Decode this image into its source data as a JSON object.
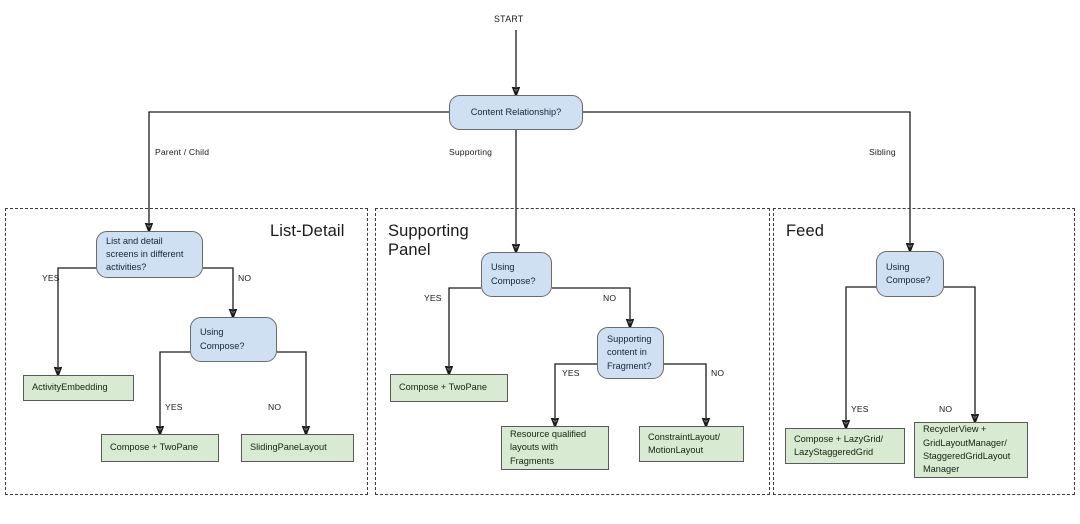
{
  "diagram": {
    "start_label": "START",
    "root": {
      "id": "content-relationship",
      "text": "Content Relationship?",
      "type": "decision"
    },
    "root_branches": [
      {
        "label": "Parent / Child",
        "target": "list-detail"
      },
      {
        "label": "Supporting",
        "target": "supporting-panel"
      },
      {
        "label": "Sibling",
        "target": "feed"
      }
    ],
    "groups": [
      {
        "id": "list-detail",
        "title": "List-Detail",
        "decisions": [
          {
            "id": "ld-different-activities",
            "text": "List and detail\nscreens in different\nactivities?"
          },
          {
            "id": "ld-using-compose",
            "text": "Using\nCompose?"
          }
        ],
        "terminals": [
          {
            "id": "ld-activity-embedding",
            "text": "ActivityEmbedding"
          },
          {
            "id": "ld-compose-twopane",
            "text": "Compose + TwoPane"
          },
          {
            "id": "ld-slidingpanelayout",
            "text": "SlidingPaneLayout"
          }
        ],
        "edge_labels": [
          {
            "id": "ld-yes-1",
            "text": "YES"
          },
          {
            "id": "ld-no-1",
            "text": "NO"
          },
          {
            "id": "ld-yes-2",
            "text": "YES"
          },
          {
            "id": "ld-no-2",
            "text": "NO"
          }
        ]
      },
      {
        "id": "supporting-panel",
        "title": "Supporting\nPanel",
        "decisions": [
          {
            "id": "sp-using-compose",
            "text": "Using\nCompose?"
          },
          {
            "id": "sp-content-in-fragment",
            "text": "Supporting\ncontent in\nFragment?"
          }
        ],
        "terminals": [
          {
            "id": "sp-compose-twopane",
            "text": "Compose + TwoPane"
          },
          {
            "id": "sp-resource-qualified",
            "text": "Resource qualified\nlayouts with\nFragments"
          },
          {
            "id": "sp-constraintlayout",
            "text": "ConstraintLayout/\nMotionLayout"
          }
        ],
        "edge_labels": [
          {
            "id": "sp-yes-1",
            "text": "YES"
          },
          {
            "id": "sp-no-1",
            "text": "NO"
          },
          {
            "id": "sp-yes-2",
            "text": "YES"
          },
          {
            "id": "sp-no-2",
            "text": "NO"
          }
        ]
      },
      {
        "id": "feed",
        "title": "Feed",
        "decisions": [
          {
            "id": "feed-using-compose",
            "text": "Using\nCompose?"
          }
        ],
        "terminals": [
          {
            "id": "feed-compose-lazygrid",
            "text": "Compose + LazyGrid/\nLazyStaggeredGrid"
          },
          {
            "id": "feed-recyclerview",
            "text": "RecyclerView +\nGridLayoutManager/\nStaggeredGridLayout\nManager"
          }
        ],
        "edge_labels": [
          {
            "id": "feed-yes",
            "text": "YES"
          },
          {
            "id": "feed-no",
            "text": "NO"
          }
        ]
      }
    ],
    "colors": {
      "decision_fill": "#cfe0f3",
      "decision_stroke": "#6a6a6a",
      "terminal_fill": "#d9ead3",
      "terminal_stroke": "#5a5a5a",
      "connector": "#1a1a1a",
      "group_border": "#3c3c3c",
      "background": "#ffffff"
    }
  }
}
